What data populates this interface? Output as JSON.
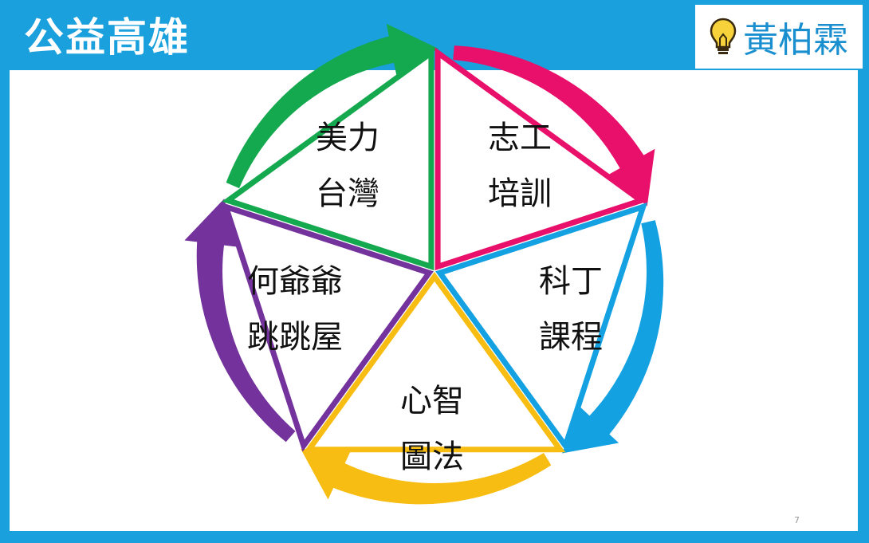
{
  "header": {
    "title": "公益高雄",
    "author": "黃柏霖",
    "author_icon": "lightbulb-icon"
  },
  "page_number": "7",
  "colors": {
    "background": "#1aa0dc",
    "panel": "#ffffff",
    "segment_1": "#e8106a",
    "segment_2": "#13a1e2",
    "segment_3": "#f7bd12",
    "segment_4": "#74329c",
    "segment_5": "#14a94f"
  },
  "cycle": {
    "segments": [
      {
        "line1": "志工",
        "line2": "培訓"
      },
      {
        "line1": "科丁",
        "line2": "課程"
      },
      {
        "line1": "心智",
        "line2": "圖法"
      },
      {
        "line1": "何爺爺",
        "line2": "跳跳屋"
      },
      {
        "line1": "美力",
        "line2": "台灣"
      }
    ]
  }
}
